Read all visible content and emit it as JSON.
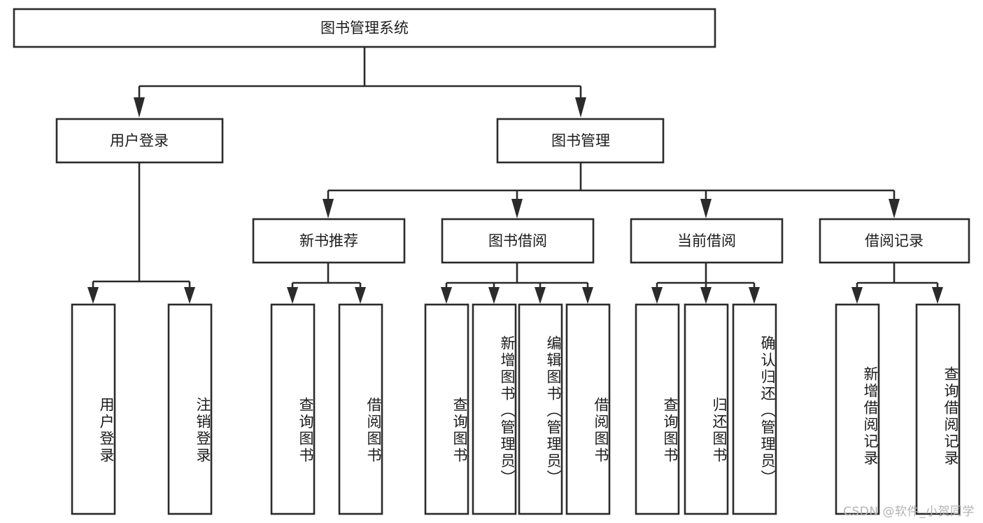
{
  "diagram": {
    "title": "图书管理系统",
    "type": "hierarchy-tree",
    "orientation": "top-down",
    "levels": 4,
    "colors": {
      "box_stroke": "#2b2b2b",
      "box_fill": "#ffffff",
      "text": "#1c1c1c",
      "connector": "#2b2b2b",
      "background": "#ffffff",
      "watermark": "#b3b3b3"
    },
    "root": {
      "label": "图书管理系统",
      "name": "root-node"
    },
    "level2": [
      {
        "label": "用户登录",
        "name": "node-user-login"
      },
      {
        "label": "图书管理",
        "name": "node-book-management"
      }
    ],
    "level3": [
      {
        "label": "新书推荐",
        "name": "node-new-book-recommend",
        "parent": "图书管理"
      },
      {
        "label": "图书借阅",
        "name": "node-book-borrow",
        "parent": "图书管理"
      },
      {
        "label": "当前借阅",
        "name": "node-current-borrow",
        "parent": "图书管理"
      },
      {
        "label": "借阅记录",
        "name": "node-borrow-record",
        "parent": "图书管理"
      }
    ],
    "leaves": {
      "user_login": [
        {
          "label": "用户登录",
          "name": "leaf-user-login"
        },
        {
          "label": "注销登录",
          "name": "leaf-logout"
        }
      ],
      "new_book_recommend": [
        {
          "label": "查询图书",
          "name": "leaf-query-book-1"
        },
        {
          "label": "借阅图书",
          "name": "leaf-borrow-book-1"
        }
      ],
      "book_borrow": [
        {
          "label": "查询图书",
          "name": "leaf-query-book-2"
        },
        {
          "label": "新增图书（管理员）",
          "name": "leaf-add-book-admin"
        },
        {
          "label": "编辑图书（管理员）",
          "name": "leaf-edit-book-admin"
        },
        {
          "label": "借阅图书",
          "name": "leaf-borrow-book-2"
        }
      ],
      "current_borrow": [
        {
          "label": "查询图书",
          "name": "leaf-query-book-3"
        },
        {
          "label": "归还图书",
          "name": "leaf-return-book"
        },
        {
          "label": "确认归还（管理员）",
          "name": "leaf-confirm-return-admin"
        }
      ],
      "borrow_record": [
        {
          "label": "新增借阅记录",
          "name": "leaf-add-borrow-record"
        },
        {
          "label": "查询借阅记录",
          "name": "leaf-query-borrow-record"
        }
      ]
    },
    "watermark": "CSDN @软件_小贺同学"
  }
}
